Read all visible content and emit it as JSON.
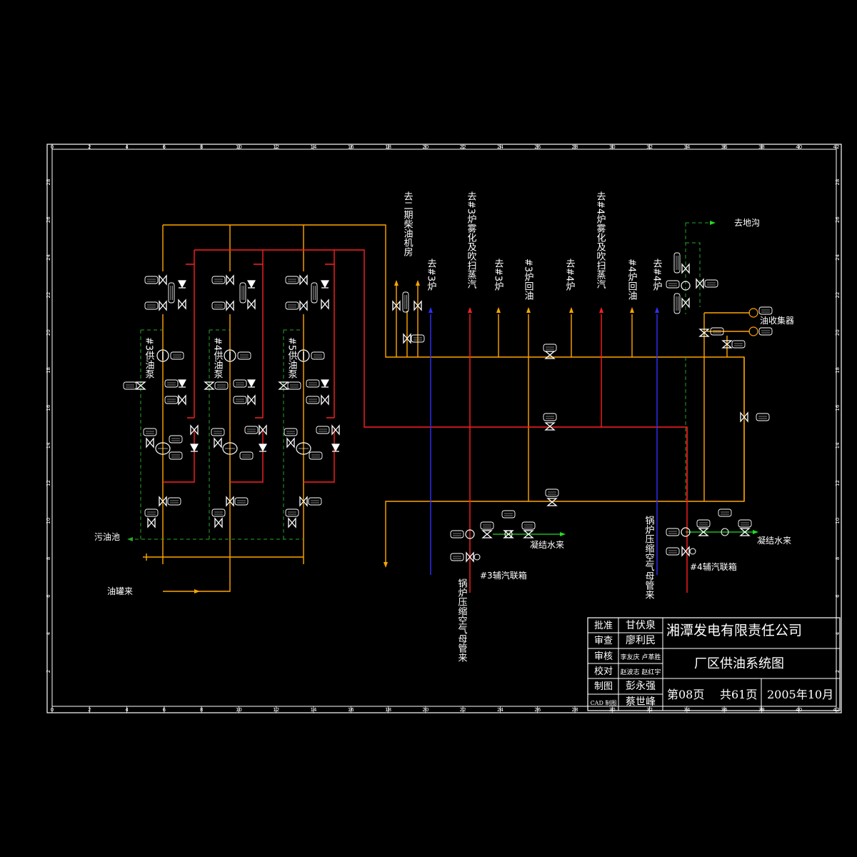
{
  "ruler": {
    "top": [
      "0",
      "2",
      "4",
      "6",
      "8",
      "10",
      "12",
      "14",
      "16",
      "18",
      "20",
      "22",
      "24",
      "26",
      "28",
      "30",
      "32",
      "34",
      "36",
      "38",
      "40",
      "42"
    ],
    "side": [
      "28",
      "26",
      "24",
      "22",
      "20",
      "18",
      "16",
      "14",
      "12",
      "10",
      "8",
      "6",
      "4",
      "2"
    ]
  },
  "labels": {
    "dest_diesel": "去二期柴油机房",
    "dest_b3": "去#3炉",
    "dest_b3_atomize": "去#3炉雾化及吹扫蒸汽",
    "dest_b3_b": "去#3炉",
    "b3_return": "#3炉回油",
    "dest_b4": "去#4炉",
    "dest_b4_atomize": "去#4炉雾化及吹扫蒸汽",
    "b4_return": "#4炉回油",
    "dest_b4_b": "去#4炉",
    "to_trench": "去地沟",
    "oil_collector": "油收集器",
    "pump3": "#3供油泵",
    "pump4": "#4供油泵",
    "pump5": "#5供油泵",
    "sewage_tank": "污油池",
    "from_tank": "油罐来",
    "condensate_a": "凝结水来",
    "condensate_b": "凝结水来",
    "aux3": "#3辅汽联箱",
    "aux4": "#4辅汽联箱",
    "air_b3": "锅炉压缩空气母管来",
    "air_b4": "锅炉压缩空气母管来"
  },
  "title_block": {
    "company": "湘潭发电有限责任公司",
    "drawing_title": "厂区供油系统图",
    "page": "第08页",
    "total": "共61页",
    "date": "2005年10月",
    "rows": [
      {
        "role": "批准",
        "name": "甘伏泉"
      },
      {
        "role": "审查",
        "name": "廖利民"
      },
      {
        "role": "审核",
        "name": "李友庆 卢革胜"
      },
      {
        "role": "校对",
        "name": "赵波志 赵红宇"
      },
      {
        "role": "制图",
        "name": "彭永强"
      },
      {
        "role": "CAD 制图",
        "name": "蔡世峰"
      }
    ]
  },
  "colors": {
    "supply_oil": "#ffa500",
    "return_oil": "#ff2020",
    "air": "#3030ff",
    "drain": "#22aa22",
    "frame": "#ffffff"
  }
}
